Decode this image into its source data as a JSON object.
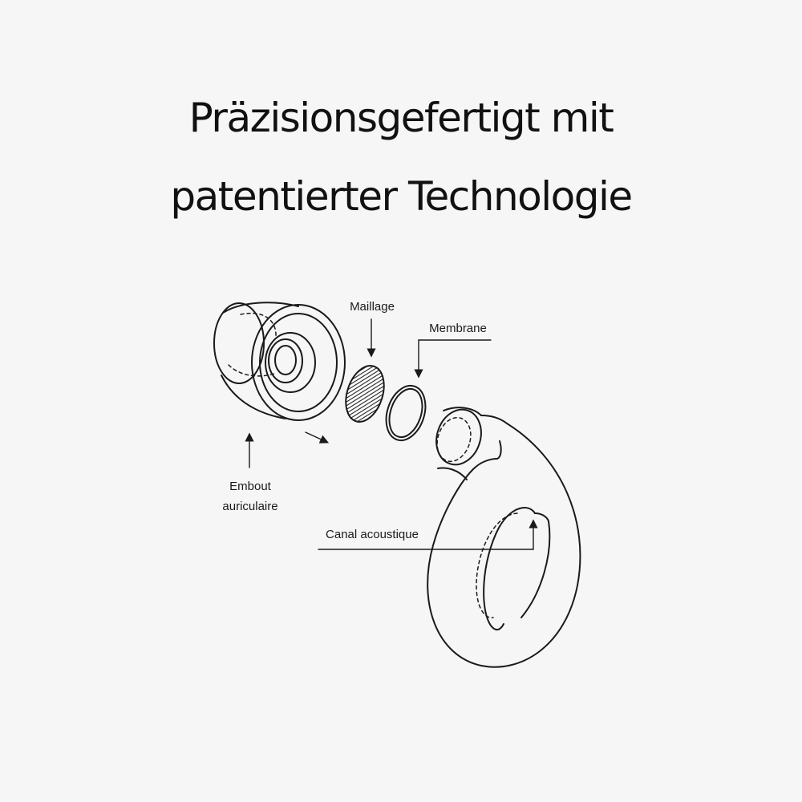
{
  "headline": {
    "line1": "Präzisionsgefertigt mit",
    "line2": "patentierter Technologie"
  },
  "labels": {
    "mesh": "Maillage",
    "membrane": "Membrane",
    "eartip_line1": "Embout",
    "eartip_line2": "auriculaire",
    "canal": "Canal acoustique"
  },
  "colors": {
    "background": "#f6f6f6",
    "ink": "#111111"
  }
}
